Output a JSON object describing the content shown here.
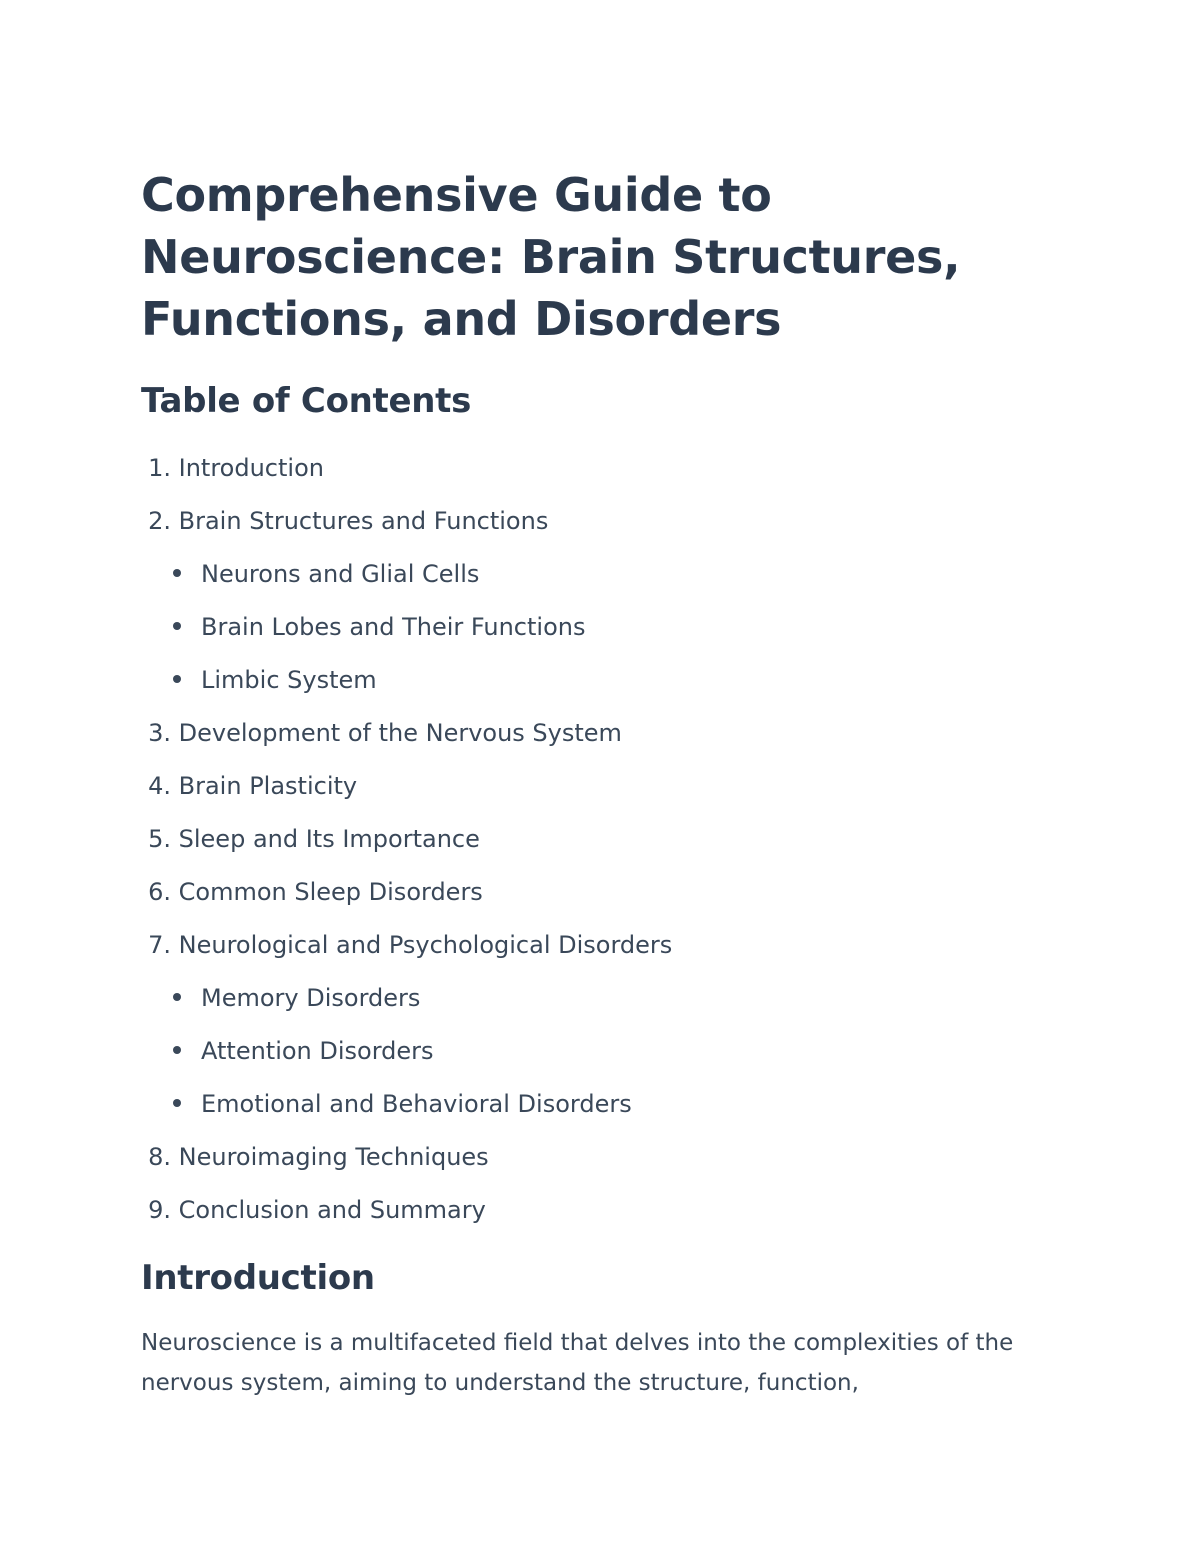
{
  "document": {
    "title": "Comprehensive Guide to Neuroscience: Brain Structures, Functions, and Disorders",
    "toc_heading": "Table of Contents",
    "toc": [
      {
        "num": "1.",
        "label": "Introduction"
      },
      {
        "num": "2.",
        "label": "Brain Structures and Functions"
      },
      {
        "sub": true,
        "label": "Neurons and Glial Cells"
      },
      {
        "sub": true,
        "label": "Brain Lobes and Their Functions"
      },
      {
        "sub": true,
        "label": "Limbic System"
      },
      {
        "num": "3.",
        "label": "Development of the Nervous System"
      },
      {
        "num": "4.",
        "label": "Brain Plasticity"
      },
      {
        "num": "5.",
        "label": "Sleep and Its Importance"
      },
      {
        "num": "6.",
        "label": "Common Sleep Disorders"
      },
      {
        "num": "7.",
        "label": "Neurological and Psychological Disorders"
      },
      {
        "sub": true,
        "label": "Memory Disorders"
      },
      {
        "sub": true,
        "label": "Attention Disorders"
      },
      {
        "sub": true,
        "label": "Emotional and Behavioral Disorders"
      },
      {
        "num": "8.",
        "label": "Neuroimaging Techniques"
      },
      {
        "num": "9.",
        "label": "Conclusion and Summary"
      }
    ],
    "intro_heading": "Introduction",
    "intro_text": "Neuroscience is a multifaceted field that delves into the complexities of the nervous system, aiming to understand the structure, function,"
  }
}
